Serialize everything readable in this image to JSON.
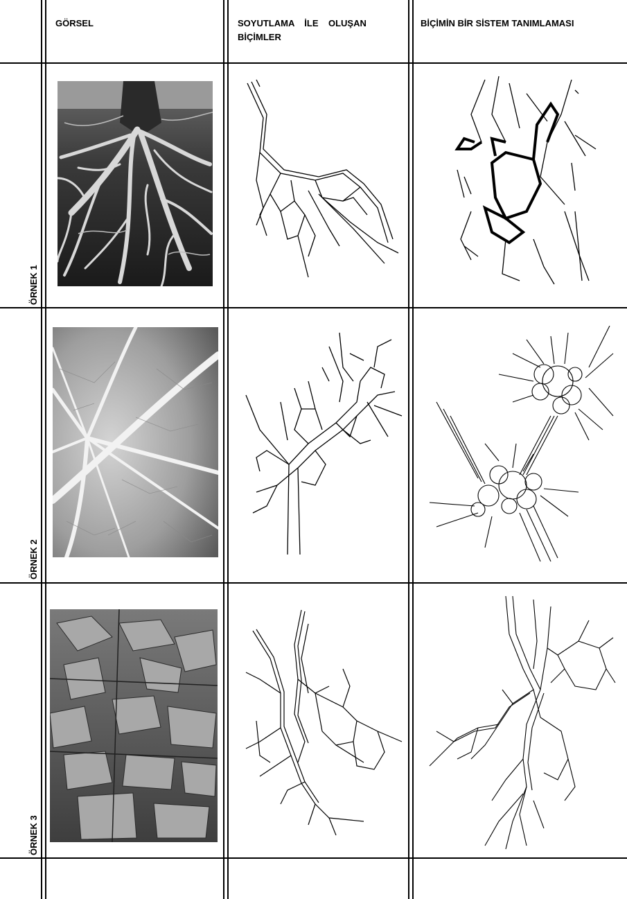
{
  "headers": {
    "col1": "GÖRSEL",
    "col2_line1": "SOYUTLAMA    İLE    OLUŞAN",
    "col2_line2": "BİÇİMLER",
    "col3": "BİÇİMİN BİR SİSTEM TANIMLAMASI"
  },
  "rows": [
    {
      "label": "ÖRNEK 1",
      "photo": "tree-roots-photo",
      "abstraction": "roots-abstraction-drawing",
      "system": "roots-system-drawing"
    },
    {
      "label": "ÖRNEK 2",
      "photo": "leaf-veins-photo",
      "abstraction": "leaf-abstraction-drawing",
      "system": "leaf-system-drawing"
    },
    {
      "label": "ÖRNEK 3",
      "photo": "rock-layers-photo",
      "abstraction": "rock-abstraction-drawing",
      "system": "rock-system-drawing"
    }
  ]
}
